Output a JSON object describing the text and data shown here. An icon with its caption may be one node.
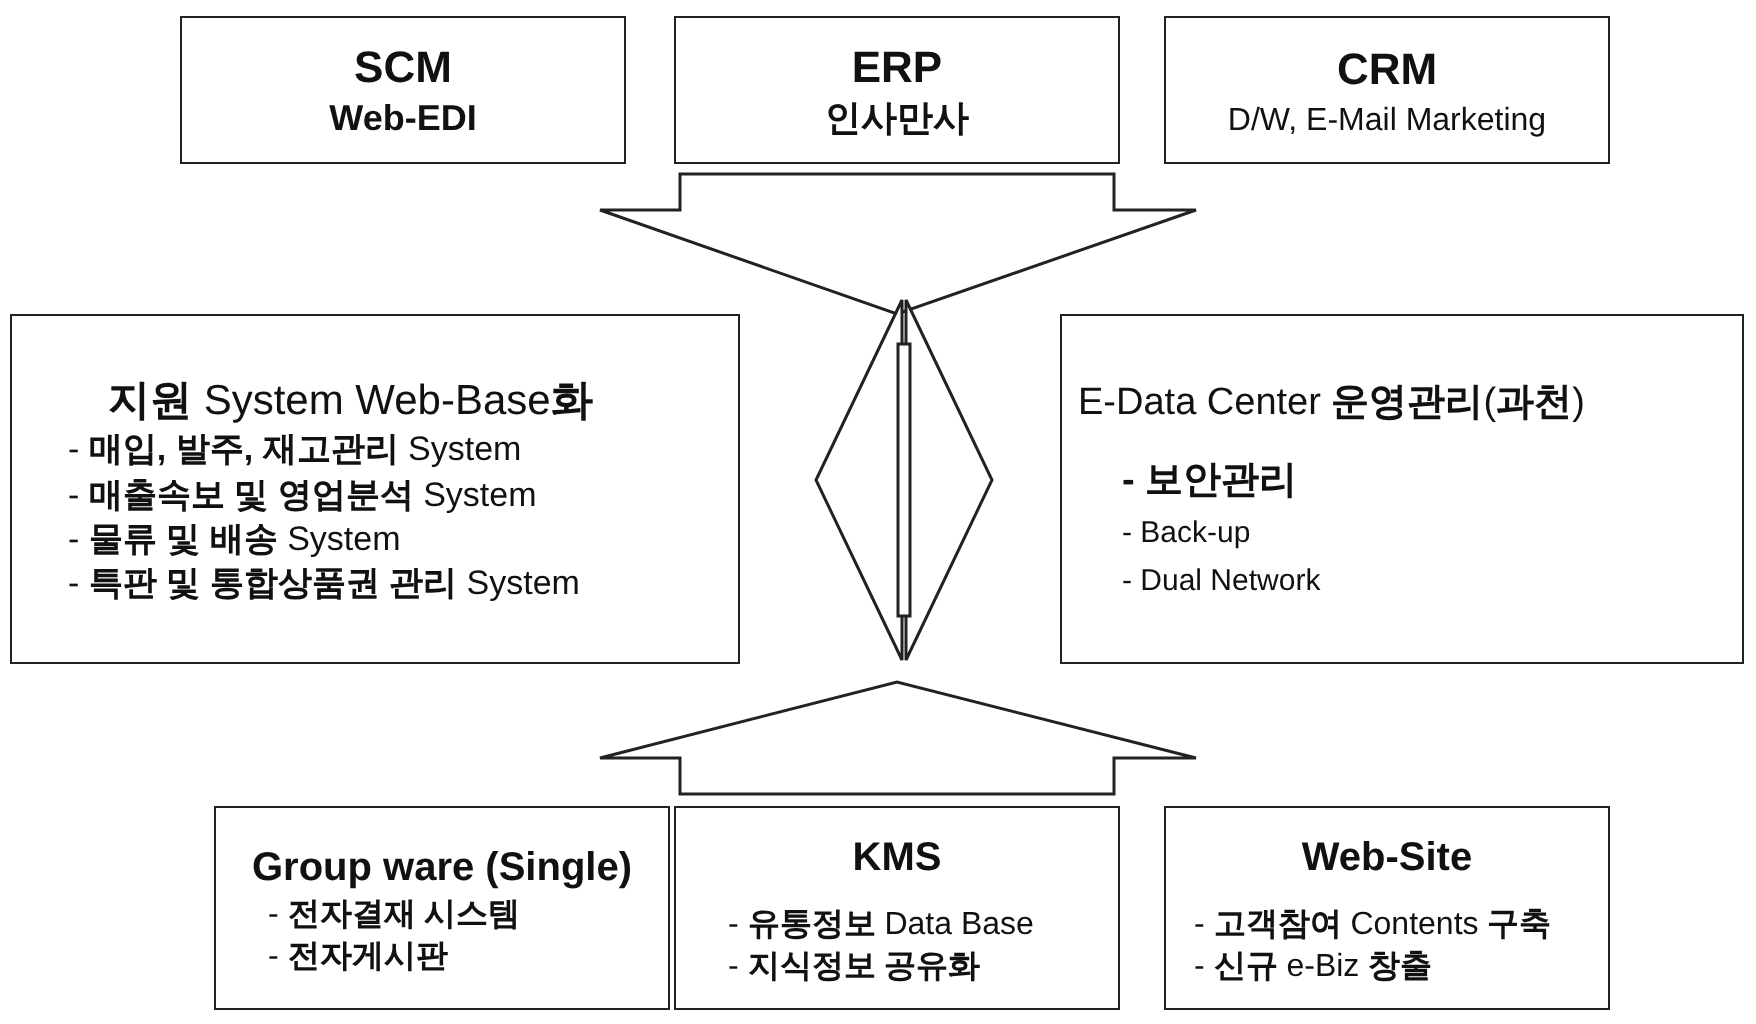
{
  "diagram": {
    "nodes": [
      {
        "text": [
          "SCM",
          "Web-EDI"
        ]
      },
      {
        "text": [
          "ERP",
          "인사만사"
        ]
      },
      {
        "text": [
          "CRM",
          "D/W, E-Mail Marketing"
        ]
      },
      {
        "text": [
          "**지원** System Web-Base**화**",
          "- **매입, 발주, 재고관리** System",
          "- **매출속보 및 영업분석** System",
          "- **물류 및 배송** System",
          "- **특판 및 통합상품권 관리** System"
        ]
      },
      {
        "text": [
          "E-Data Center **운영관리**(**과천**)",
          "- 보안관리",
          "- Back-up",
          "- Dual Network"
        ]
      },
      {
        "text": [
          "Group ware (Single)",
          "- **전자결재 시스템**",
          "- **전자게시판**"
        ]
      },
      {
        "text": [
          "KMS",
          "- **유통정보** Data Base",
          "- **지식정보 공유화**"
        ]
      },
      {
        "text": [
          "Web-Site",
          "- **고객참여** Contents **구축**",
          "- **신규** e-Biz **창출**"
        ]
      }
    ],
    "edges": [
      {
        "from": 1,
        "to": null,
        "arrow": "to"
      },
      {
        "from": 3,
        "to": 4,
        "arrow": "both"
      },
      {
        "from": 6,
        "to": null,
        "arrow": "to"
      }
    ]
  }
}
